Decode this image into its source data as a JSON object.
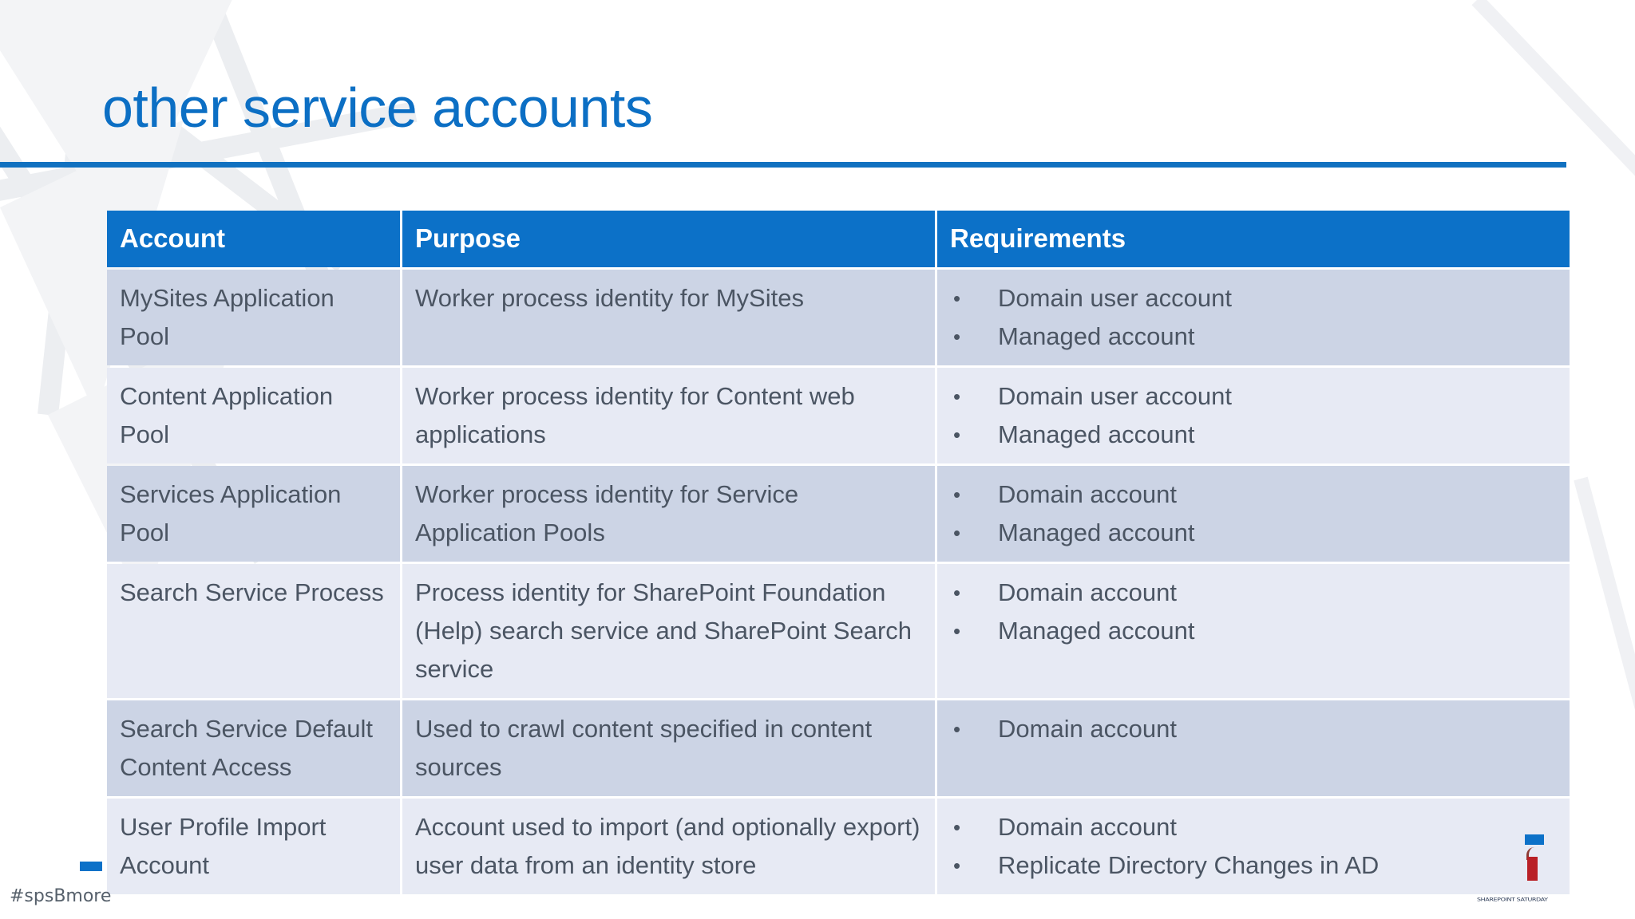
{
  "slide": {
    "title": "other service accounts",
    "accent_color": "#0c6fc4",
    "rule_color": "#1171c0",
    "header_bg": "#0c71c8",
    "row_dark_bg": "#ccd4e5",
    "row_light_bg": "#e7eaf4",
    "text_color": "#4b5563"
  },
  "table": {
    "headers": {
      "account": "Account",
      "purpose": "Purpose",
      "requirements": "Requirements"
    },
    "rows": [
      {
        "account": "MySites Application Pool",
        "purpose": "Worker process identity for MySites",
        "requirements": [
          "Domain user account",
          "Managed account"
        ]
      },
      {
        "account": "Content Application Pool",
        "purpose": "Worker process identity for Content web applications",
        "requirements": [
          "Domain user account",
          "Managed account"
        ]
      },
      {
        "account": "Services Application Pool",
        "purpose": "Worker process identity for Service Application Pools",
        "requirements": [
          "Domain account",
          "Managed account"
        ]
      },
      {
        "account": "Search Service Process",
        "purpose": "Process identity for SharePoint Foundation (Help) search service and SharePoint Search service",
        "requirements": [
          "Domain account",
          "Managed account"
        ]
      },
      {
        "account": "Search Service Default Content Access",
        "purpose": "Used to crawl content specified in content sources",
        "requirements": [
          "Domain account"
        ]
      },
      {
        "account": "User Profile Import Account",
        "purpose": "Account used to import (and optionally export) user data from an identity store",
        "requirements": [
          "Domain account",
          "Replicate Directory Changes in AD"
        ]
      }
    ]
  },
  "footer": {
    "hashtag": "#spsBmore",
    "brand_text": "SHAREPOINT SATURDAY"
  }
}
